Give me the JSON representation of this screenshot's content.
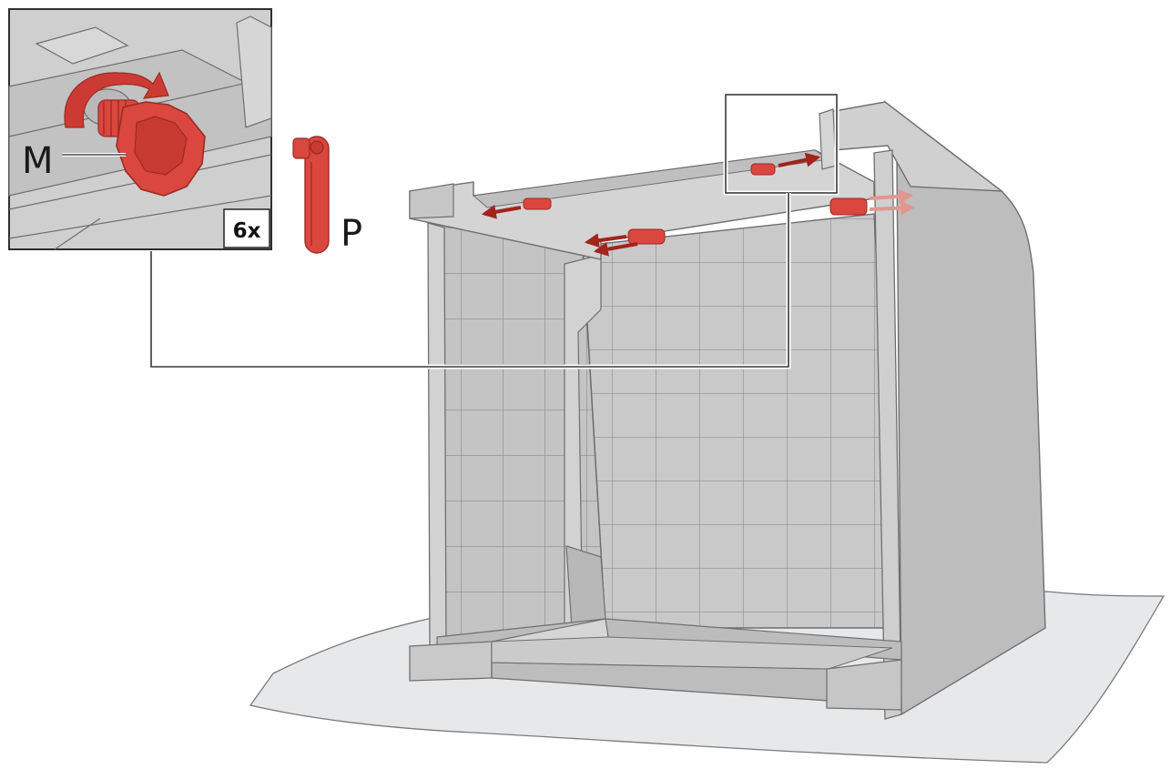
{
  "labels": {
    "part_m": "M",
    "part_p": "P",
    "quantity": "6x"
  },
  "colors": {
    "part_red": "#d9473e",
    "part_dark": "#9e2a24",
    "arrow_red": "#a3231d",
    "cabinet": "#c9c9c9",
    "cabinet_dark": "#b3b3b3",
    "cabinet_light": "#d8d8d8",
    "line": "#555555",
    "floor": "#e6e8ea"
  },
  "icons": {
    "rotate": "curved-rotate-arrow-icon",
    "move": "straight-red-arrow-icon"
  }
}
